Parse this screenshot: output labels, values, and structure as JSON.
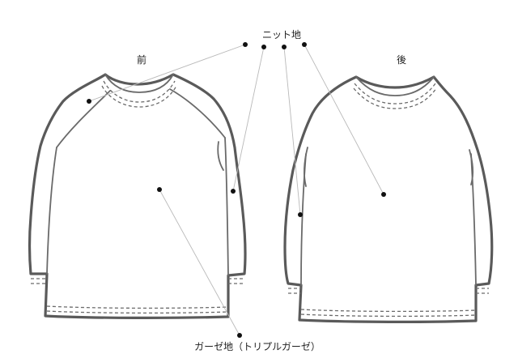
{
  "labels": {
    "front": "前",
    "back": "後",
    "knit": "ニット地",
    "gauze": "ガーゼ地（トリプルガーゼ）"
  },
  "colors": {
    "outline": "#5a5a5a",
    "leader": "#b9b9b9",
    "dot": "#111111",
    "text": "#222222"
  }
}
